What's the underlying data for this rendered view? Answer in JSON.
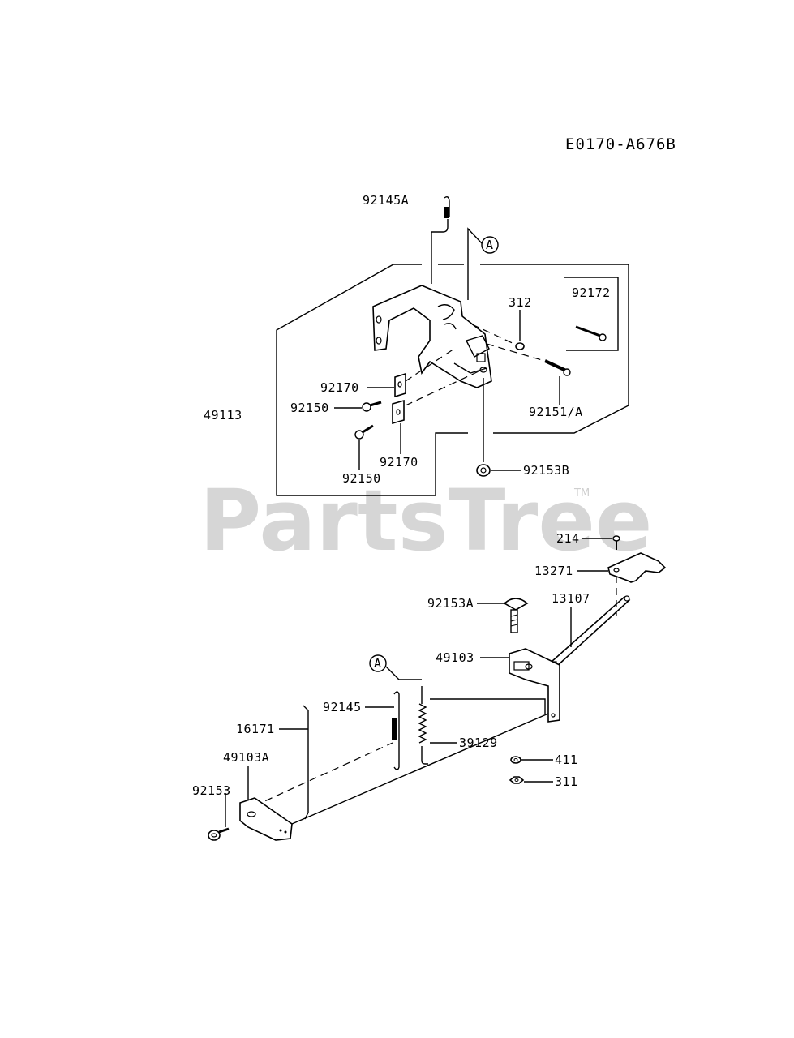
{
  "diagram_code": "E0170-A676B",
  "watermark": {
    "text": "PartsTree",
    "trademark": "TM"
  },
  "callout_letter": "A",
  "labels": {
    "p92145A": "92145A",
    "p92172": "92172",
    "p312": "312",
    "p92170_top": "92170",
    "p92150_top": "92150",
    "p49113": "49113",
    "p92151A": "92151/A",
    "p92170_bot": "92170",
    "p92150_bot": "92150",
    "p92153B": "92153B",
    "p214": "214",
    "p13271": "13271",
    "p92153A": "92153A",
    "p13107": "13107",
    "p49103": "49103",
    "p92145": "92145",
    "p16171": "16171",
    "p39129": "39129",
    "p49103A": "49103A",
    "p411": "411",
    "p92153": "92153",
    "p311": "311"
  }
}
